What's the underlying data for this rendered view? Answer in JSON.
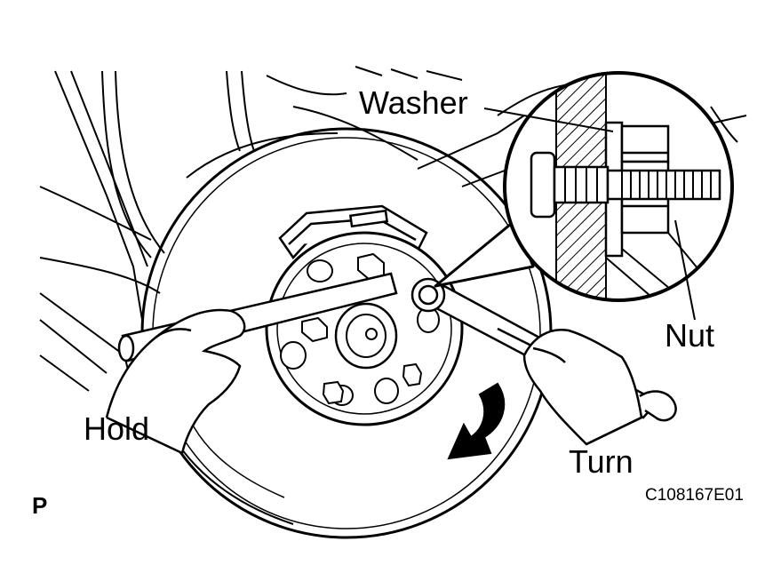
{
  "labels": {
    "washer": "Washer",
    "nut": "Nut",
    "hold": "Hold",
    "turn": "Turn",
    "view_code": "P",
    "figure_id": "C108167E01"
  },
  "colors": {
    "ink": "#000000",
    "paper": "#ffffff"
  },
  "icons": {
    "direction": "curved-arrow-icon"
  }
}
